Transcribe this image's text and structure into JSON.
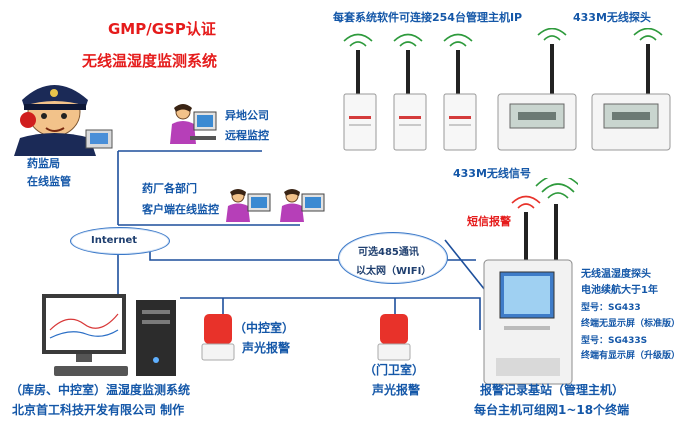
{
  "header": {
    "title": "GMP/GSP认证",
    "subtitle": "无线温湿度监测系统"
  },
  "top_notes": {
    "software_note": "每套系统软件可连接254台管理主机IP",
    "probe_433m": "433M无线探头"
  },
  "nodes": {
    "bureau": {
      "line1": "药监局",
      "line2": "在线监管"
    },
    "remote_company": {
      "line1": "异地公司",
      "line2": "远程监控"
    },
    "pharma_departments": {
      "line1": "药厂各部门",
      "line2": "客户端在线监控"
    },
    "internet": {
      "label": "Internet"
    },
    "network_cloud": {
      "line1": "可选485通讯",
      "line2": "以太网（WIFI）"
    },
    "control_room_alarm": {
      "line1": "（中控室）",
      "line2": "声光报警"
    },
    "gate_room_alarm": {
      "line1": "（门卫室）",
      "line2": "声光报警"
    },
    "wireless_signal": {
      "label": "433M无线信号"
    },
    "sms_alarm": {
      "label": "短信报警"
    },
    "base_station": {
      "line1": "报警记录基站（管理主机）",
      "line2": "每台主机可组网1~18个终端"
    },
    "pc_system": {
      "line1": "（库房、中控室）温湿度监测系统",
      "line2": "北京首工科技开发有限公司 制作"
    }
  },
  "probe_spec": {
    "line1": "无线温湿度探头",
    "line2": "电池续航大于1年",
    "model_a_label": "型号：SG433",
    "model_a_desc": "终端无显示屏（标准版）",
    "model_b_label": "型号：SG433S",
    "model_b_desc": "终端有显示屏（升级版）"
  },
  "colors": {
    "title_red": "#e51b1b",
    "label_blue": "#1457a8",
    "wire_blue": "#1d4f9c",
    "alarm_red": "#e8322a",
    "antenna_green": "#2e9a3c"
  }
}
